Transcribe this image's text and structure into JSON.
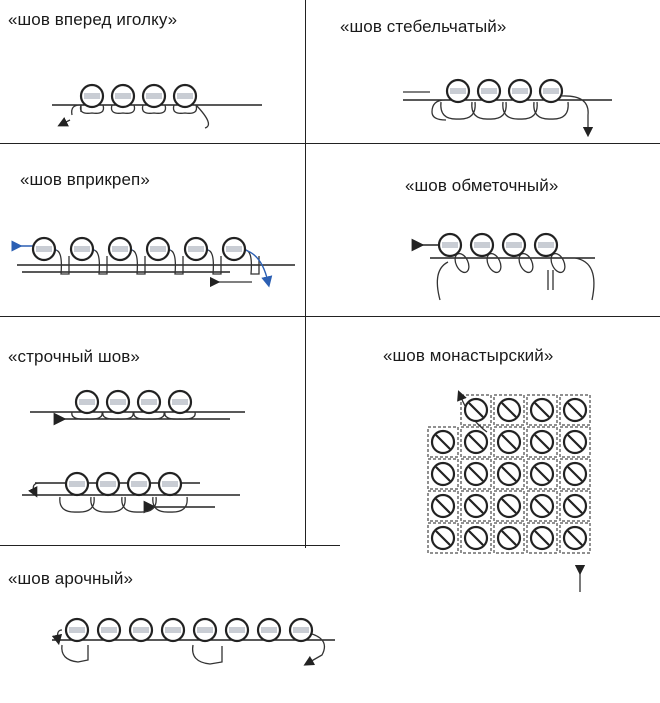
{
  "panels": {
    "running": {
      "title": "«шов вперед иголку»",
      "stitches": 4
    },
    "stem": {
      "title": "«шов стебельчатый»",
      "stitches": 4
    },
    "tacking": {
      "title": "«шов вприкреп»",
      "stitches": 6
    },
    "overcast": {
      "title": "«шов обметочный»",
      "stitches": 4
    },
    "backstitch": {
      "title": "«строчный шов»",
      "stitches": 4
    },
    "monastic": {
      "title": "«шов монастырский»",
      "rows": 5,
      "cols": 5
    },
    "arched": {
      "title": "«шов арочный»",
      "stitches": 8
    }
  },
  "colors": {
    "ink": "#222222",
    "bead_fill": "#c9cdd4",
    "thread": "#333333",
    "accent_arrow": "#2b5fb3"
  }
}
